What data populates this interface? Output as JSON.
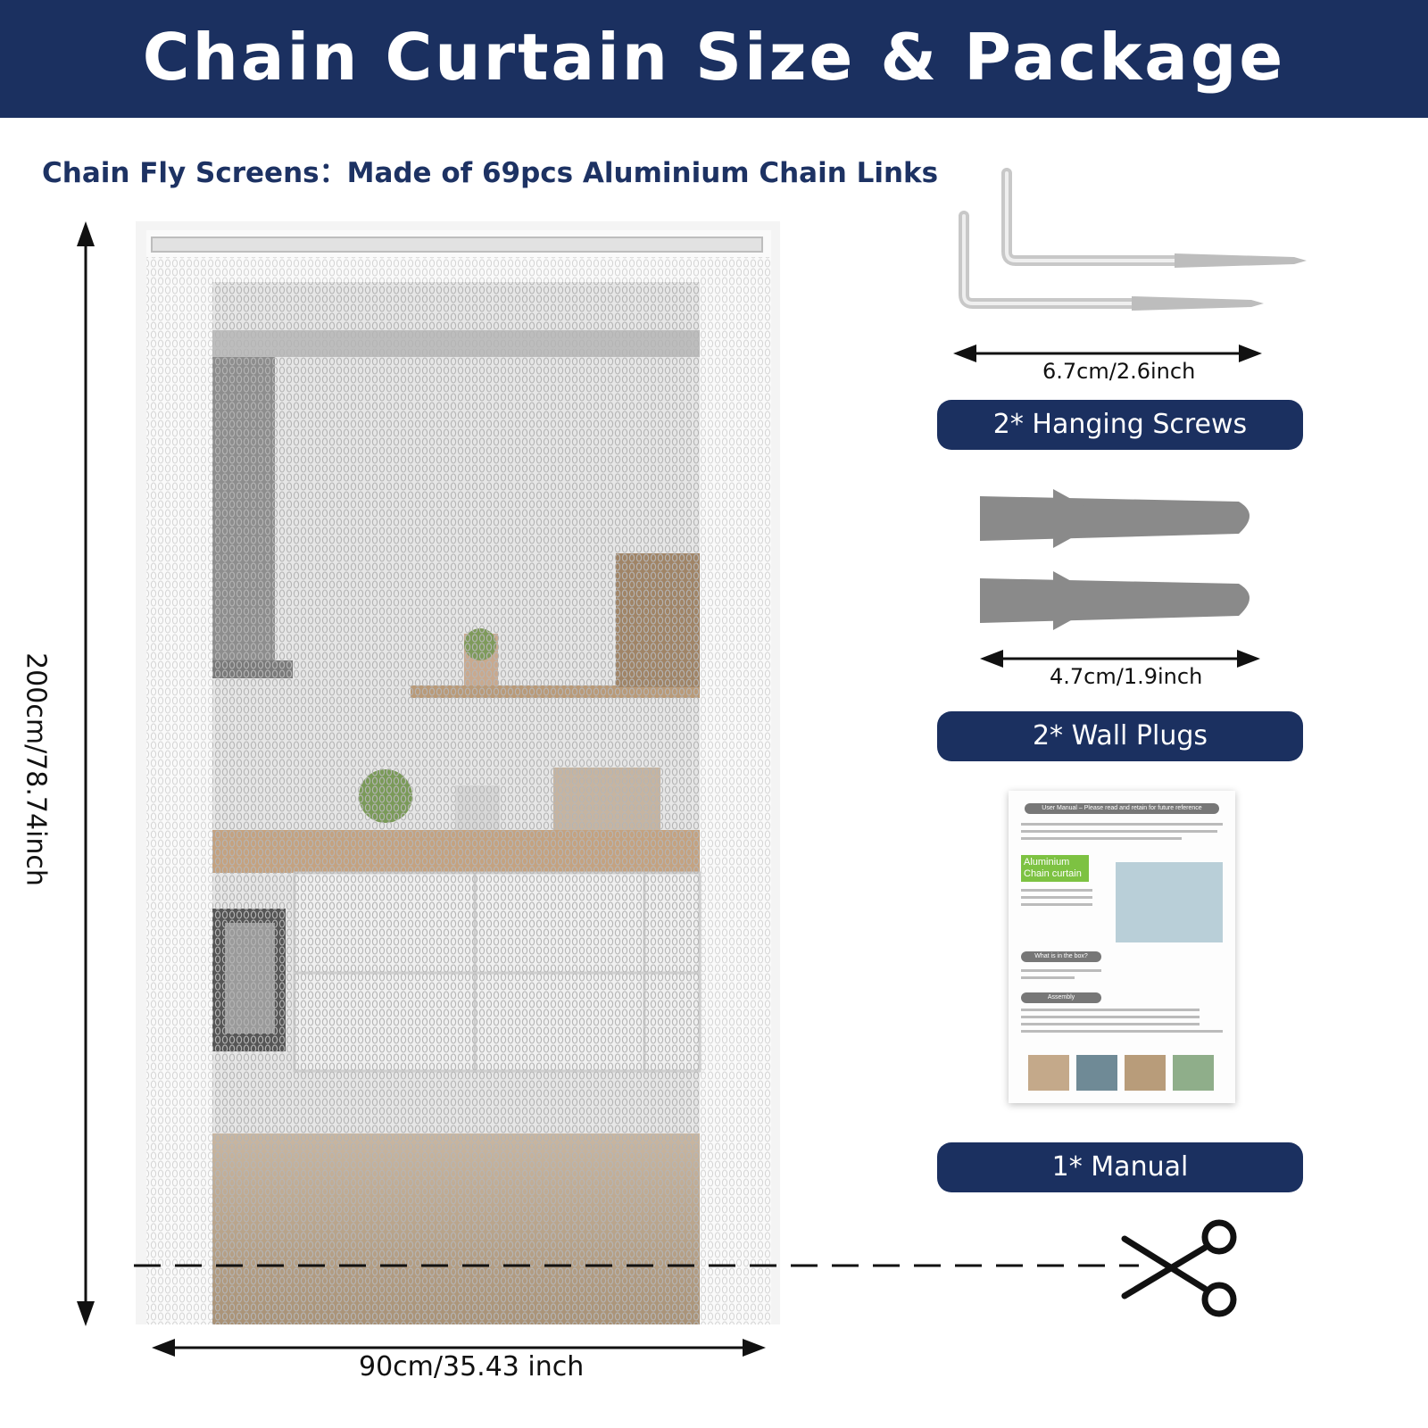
{
  "header": {
    "title": "Chain Curtain Size & Package Contains"
  },
  "subtitle": "Chain Fly Screens：Made of 69pcs Aluminium Chain Links",
  "curtain": {
    "height_label": "200cm/78.74inch",
    "width_label": "90cm/35.43 inch"
  },
  "screws": {
    "dimension": "6.7cm/2.6inch",
    "label": "2* Hanging Screws"
  },
  "plugs": {
    "dimension": "4.7cm/1.9inch",
    "label": "2* Wall Plugs"
  },
  "manual": {
    "label": "1* Manual",
    "heading": "User Manual – Please read and retain for future reference",
    "badge": "Aluminium Chain curtain",
    "box_title": "What is in the box?",
    "assembly_title": "Assembly"
  },
  "icons": {
    "scissors": "scissors-icon"
  }
}
